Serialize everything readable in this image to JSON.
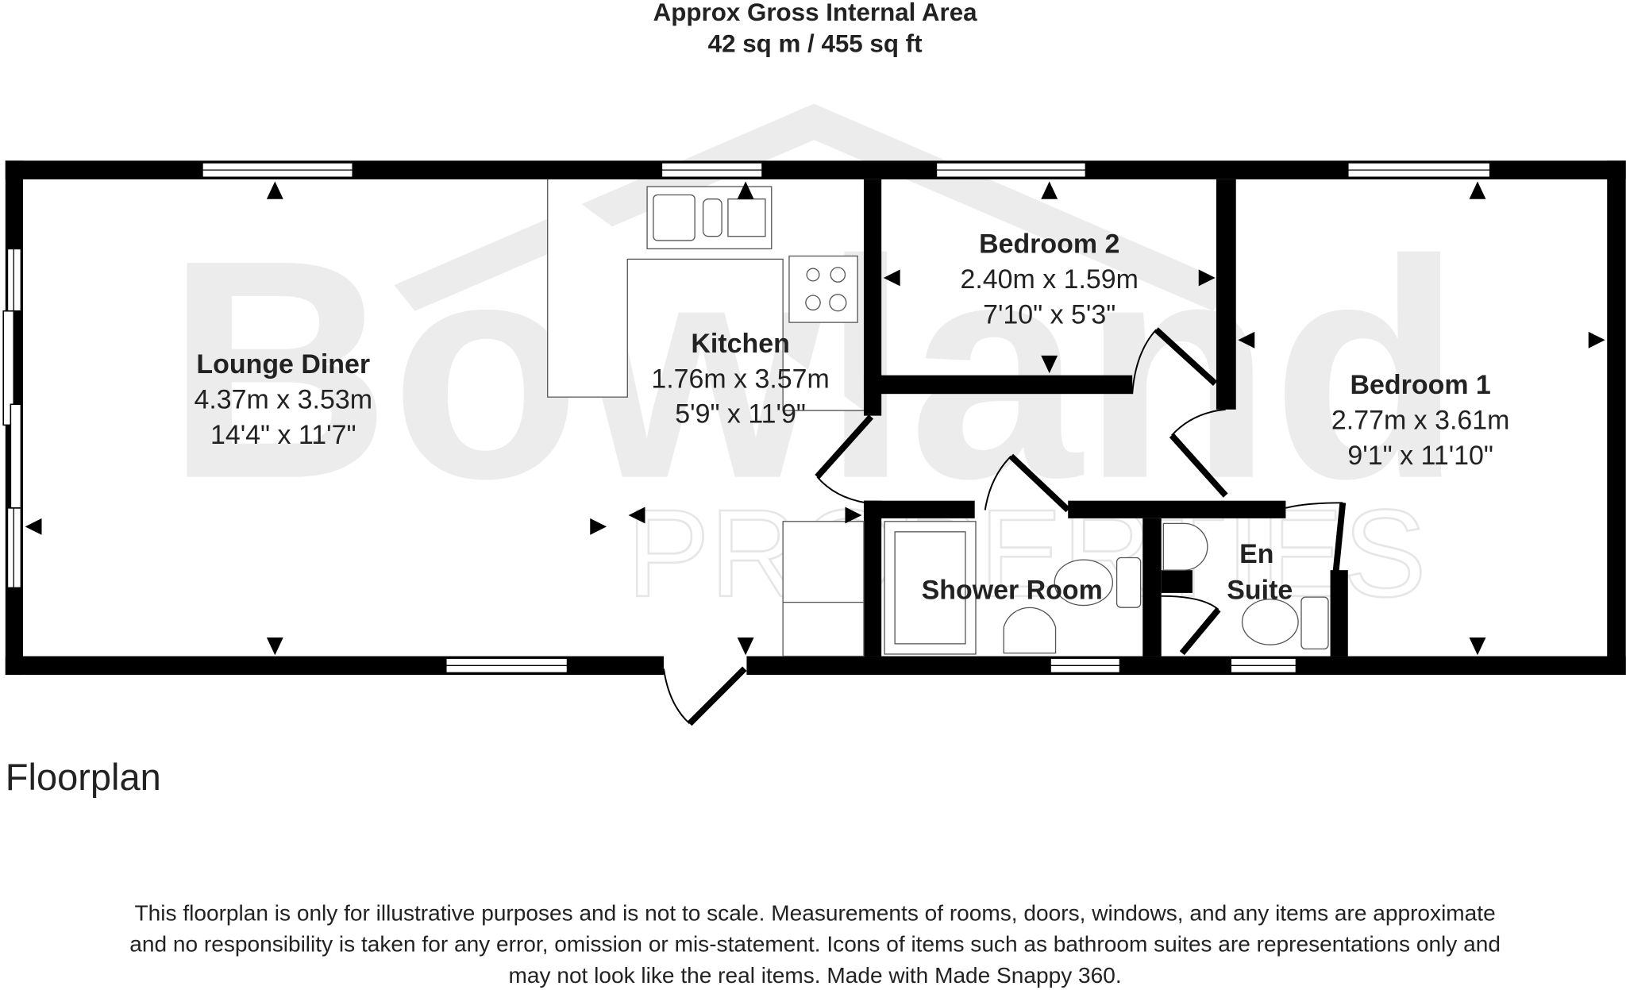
{
  "header": {
    "line1": "Approx Gross Internal Area",
    "line2": "42 sq m / 455 sq ft"
  },
  "watermark": {
    "brand": "Bowland",
    "sub": "PROPERTIES"
  },
  "rooms": {
    "lounge": {
      "name": "Lounge Diner",
      "metric": "4.37m x 3.53m",
      "imperial": "14'4\" x 11'7\""
    },
    "kitchen": {
      "name": "Kitchen",
      "metric": "1.76m x 3.57m",
      "imperial": "5'9\" x 11'9\""
    },
    "bedroom2": {
      "name": "Bedroom 2",
      "metric": "2.40m x 1.59m",
      "imperial": "7'10\" x 5'3\""
    },
    "bedroom1": {
      "name": "Bedroom 1",
      "metric": "2.77m x 3.61m",
      "imperial": "9'1\" x 11'10\""
    },
    "shower": {
      "name": "Shower Room"
    },
    "ensuite": {
      "name1": "En",
      "name2": "Suite"
    }
  },
  "floor_label": "Floorplan",
  "disclaimer": {
    "line1": "This floorplan is only for illustrative purposes and is not to scale. Measurements of rooms, doors, windows, and any items are approximate",
    "line2": "and no responsibility is taken for any error, omission or mis-statement. Icons of items such as bathroom suites are representations only and",
    "line3": "may not look like the real items. Made with Made Snappy 360."
  }
}
